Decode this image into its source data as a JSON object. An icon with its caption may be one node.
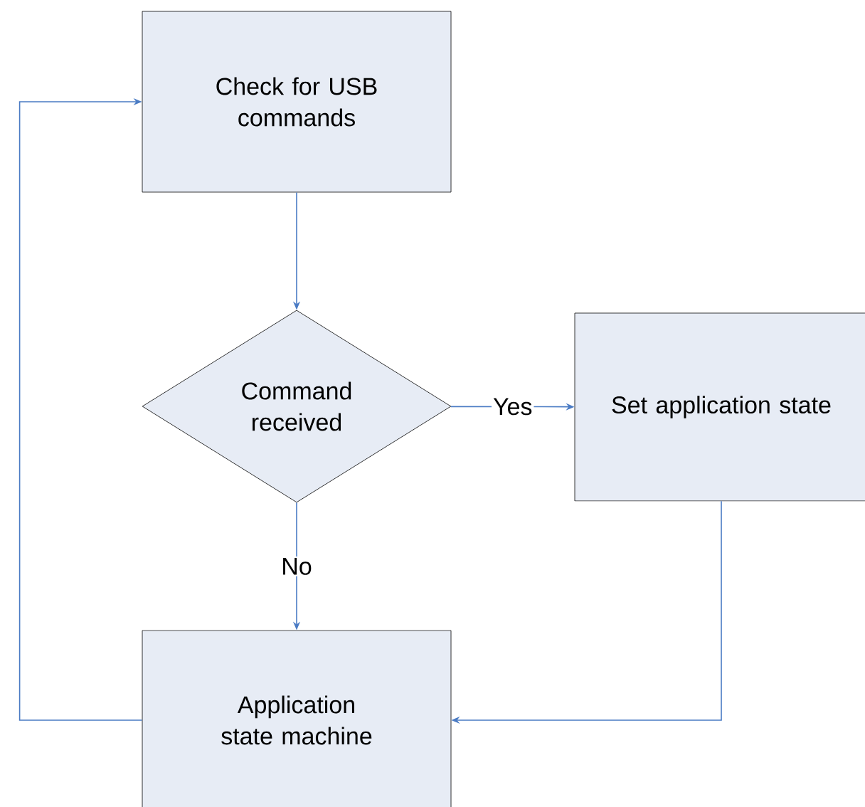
{
  "diagram": {
    "nodes": [
      {
        "text": [
          "Check for USB commands"
        ]
      },
      {
        "text": [
          "Command received"
        ]
      },
      {
        "text": [
          "Set application state"
        ]
      },
      {
        "text": [
          "Application state machine"
        ]
      }
    ],
    "edges": [
      {
        "from": 0,
        "to": 1,
        "arrow": "to"
      },
      {
        "from": 1,
        "to": 2,
        "arrow": "to",
        "label": "Yes"
      },
      {
        "from": 1,
        "to": 3,
        "arrow": "to",
        "label": "No"
      },
      {
        "from": 2,
        "to": 3,
        "arrow": "to"
      },
      {
        "from": 3,
        "to": 0,
        "arrow": "to"
      }
    ]
  }
}
